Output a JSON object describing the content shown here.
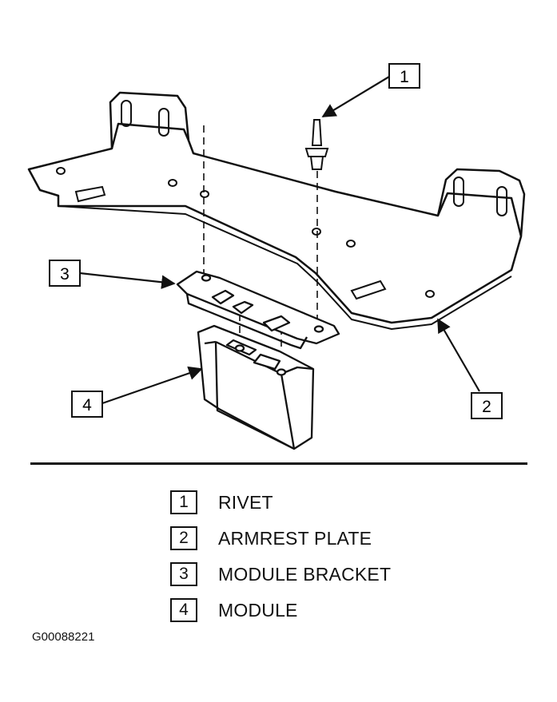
{
  "callouts": [
    {
      "number": "1"
    },
    {
      "number": "2"
    },
    {
      "number": "3"
    },
    {
      "number": "4"
    }
  ],
  "legend": [
    {
      "number": "1",
      "label": "RIVET"
    },
    {
      "number": "2",
      "label": "ARMREST PLATE"
    },
    {
      "number": "3",
      "label": "MODULE BRACKET"
    },
    {
      "number": "4",
      "label": "MODULE"
    }
  ],
  "figure_id": "G00088221"
}
